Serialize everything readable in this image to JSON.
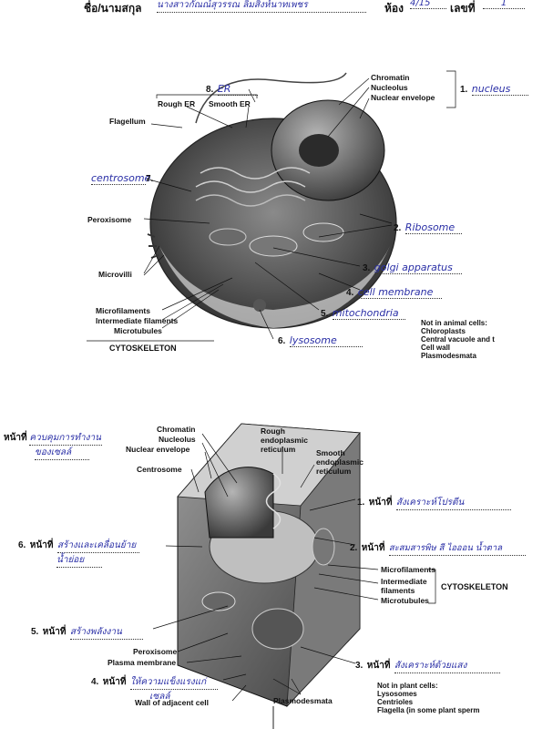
{
  "header": {
    "name_label": "ชื่อ/นามสกุล",
    "name_value": "นางสาวกัณณ์สุวรรณ ลิ้มสิงห์นาทเพชร",
    "room_label": "ห้อง",
    "room_value": "4/15",
    "number_label": "เลขที่",
    "number_value": "1"
  },
  "animal_cell": {
    "labels": {
      "chromatin": "Chromatin",
      "nucleolus": "Nucleolus",
      "nuclear_envelope": "Nuclear envelope",
      "rough_er": "Rough ER",
      "smooth_er": "Smooth ER",
      "flagellum": "Flagellum",
      "peroxisome": "Peroxisome",
      "microvilli": "Microvilli",
      "microfilaments": "Microfilaments",
      "intermediate_filaments": "Intermediate filaments",
      "microtubules": "Microtubules",
      "cytoskeleton": "CYTOSKELETON"
    },
    "answers": [
      {
        "num": "1.",
        "text": "nucleus"
      },
      {
        "num": "2.",
        "text": "Ribosome"
      },
      {
        "num": "3.",
        "text": "golgi apparatus"
      },
      {
        "num": "4.",
        "text": "cell membrane"
      },
      {
        "num": "5.",
        "text": "mitochondria"
      },
      {
        "num": "6.",
        "text": "lysosome"
      },
      {
        "num": "7.",
        "text": "centrosome"
      },
      {
        "num": "8.",
        "text": "ER"
      }
    ],
    "not_in": {
      "title": "Not in animal cells:",
      "items": [
        "Chloroplasts",
        "Central vacuole and t",
        "Cell wall",
        "Plasmodesmata"
      ]
    }
  },
  "plant_cell": {
    "labels": {
      "chromatin": "Chromatin",
      "nucleolus": "Nucleolus",
      "nuclear_envelope": "Nuclear envelope",
      "rough_er_1": "Rough",
      "rough_er_2": "endoplasmic",
      "rough_er_3": "reticulum",
      "smooth_er_1": "Smooth",
      "smooth_er_2": "endoplasmic",
      "smooth_er_3": "reticulum",
      "centrosome": "Centrosome",
      "microfilaments": "Microfilaments",
      "intermediate_1": "Intermediate",
      "intermediate_2": "filaments",
      "microtubules": "Microtubules",
      "cytoskeleton": "CYTOSKELETON",
      "peroxisome": "Peroxisome",
      "plasma_membrane": "Plasma membrane",
      "wall_adjacent": "Wall of adjacent cell",
      "plasmodesmata": "Plasmodesmata"
    },
    "func_prefix": "หน้าที่",
    "functions": [
      {
        "num": "1.",
        "text": "สังเคราะห์โปรตีน"
      },
      {
        "num": "2.",
        "text": "สะสมสารพิษ สี ไอออน น้ำตาล"
      },
      {
        "num": "3.",
        "text": "สังเคราะห์ด้วยแสง"
      },
      {
        "num": "4.",
        "text": "ให้ความแข็งแรงแก่",
        "text2": "เซลล์"
      },
      {
        "num": "5.",
        "text": "สร้างพลังงาน"
      },
      {
        "num": "6.",
        "text": "สร้างและเคลื่อนย้าย",
        "text2": "น้ำย่อย"
      },
      {
        "num": "",
        "text": "ควบคุมการทำงาน",
        "text2": "ของเซลล์"
      }
    ],
    "not_in": {
      "title": "Not in plant cells:",
      "items": [
        "Lysosomes",
        "Centrioles",
        "Flagella (in some plant sperm"
      ]
    }
  }
}
